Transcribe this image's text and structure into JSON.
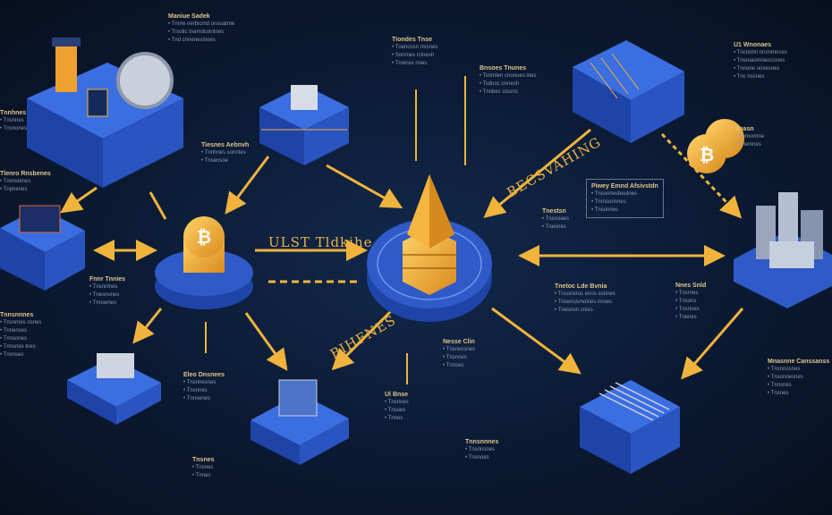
{
  "labels": {
    "left_arrow": "ULST Tldkihe",
    "top_right_arrow": "BECSVAHING",
    "bottom_arrow": "BIHFNES"
  },
  "notes": [
    {
      "title": "Maniue Sadek",
      "lines": [
        "Tnrrie nerbicrnd onsuatme",
        "Trsotic tnamdcolntnes",
        "Tnd cnnenesinoes"
      ]
    },
    {
      "title": "Tiondes Tnse",
      "lines": [
        "Tnencnsn mrsnes",
        "Sonrnes rclnesh",
        "Tnoinss nnes"
      ]
    },
    {
      "title": "Bnsoes Tnunes",
      "lines": [
        "Tsnrnlen cnonues lnes",
        "Tsdnoc onnesh",
        "Tnnbes ctsons"
      ]
    },
    {
      "title": "U1 Wnonaes",
      "lines": [
        "Tncnnhn nrcmmnces",
        "Tnsroasmneocisnes",
        "Tnnone onxesnes",
        "Tnc nscnes"
      ]
    },
    {
      "title": "Tnasn",
      "lines": [
        "Tnnsomne",
        "Tnentnes"
      ]
    },
    {
      "title": "Tlenro Rnsbenes",
      "lines": [
        "Tnsnslenes",
        "Tnpnenes"
      ]
    },
    {
      "title": "Tiesnes Aebnvh",
      "lines": [
        "Tnrlnnes sonntes",
        "Tnsensoe"
      ]
    },
    {
      "title": "Piwey Emnd Afsivstdn",
      "lines": [
        "Tnsonnesbeulnes",
        "Tnrnsonnnes",
        "Tnsonnes"
      ]
    },
    {
      "title": "Tnestsn",
      "lines": [
        "Tnsnoaes",
        "Tnesnes"
      ]
    },
    {
      "title": "Tnetoc Lde Bvnia",
      "lines": [
        "Tnsoneroc enos sonnes",
        "Tnsenusrnoines nnses",
        "Tnesnon cnies"
      ]
    },
    {
      "title": "Nnes Snld",
      "lines": [
        "Tnsrnes",
        "Tnsons",
        "Tnsnnes",
        "Tnenes"
      ]
    },
    {
      "title": "Fnnr Tnnies",
      "lines": [
        "Tnsnnlnes",
        "Tnesnones",
        "Tnnsenes"
      ]
    },
    {
      "title": "Tnnsnnnes",
      "lines": [
        "Tnsnrnes nsnes",
        "Tnnenses",
        "Tnnsones",
        "Tnnsnes tnes",
        "Tnsnses"
      ]
    },
    {
      "title": "Eleo Dnsnees",
      "lines": [
        "Tnsnnesnes",
        "Tnsnnes",
        "Tnnsenes"
      ]
    },
    {
      "title": "Nesse Clin",
      "lines": [
        "Tnsnessnes",
        "Tnsnoes",
        "Tnnses"
      ]
    },
    {
      "title": "Ul Bnse",
      "lines": [
        "Tnsnoes",
        "Tnsoes",
        "Tnnes"
      ]
    },
    {
      "title": "Tnnsnnnes",
      "lines": [
        "Tnsnnsnes",
        "Tnsnoes"
      ]
    },
    {
      "title": "Tnsnes",
      "lines": [
        "Tnsnes",
        "Tnnes"
      ]
    },
    {
      "title": "Mnasnne Canssanss",
      "lines": [
        "Tnsnnosnes",
        "Tnsonoesnes",
        "Tnnsnes",
        "Tnsnes"
      ]
    },
    {
      "title": "Tnnhnes",
      "lines": [
        "Tnsnnes",
        "Tnsnones"
      ]
    }
  ],
  "colors": {
    "accent": "#f0b43c",
    "node": "#2f5ac8",
    "background": "#0b1a33"
  }
}
